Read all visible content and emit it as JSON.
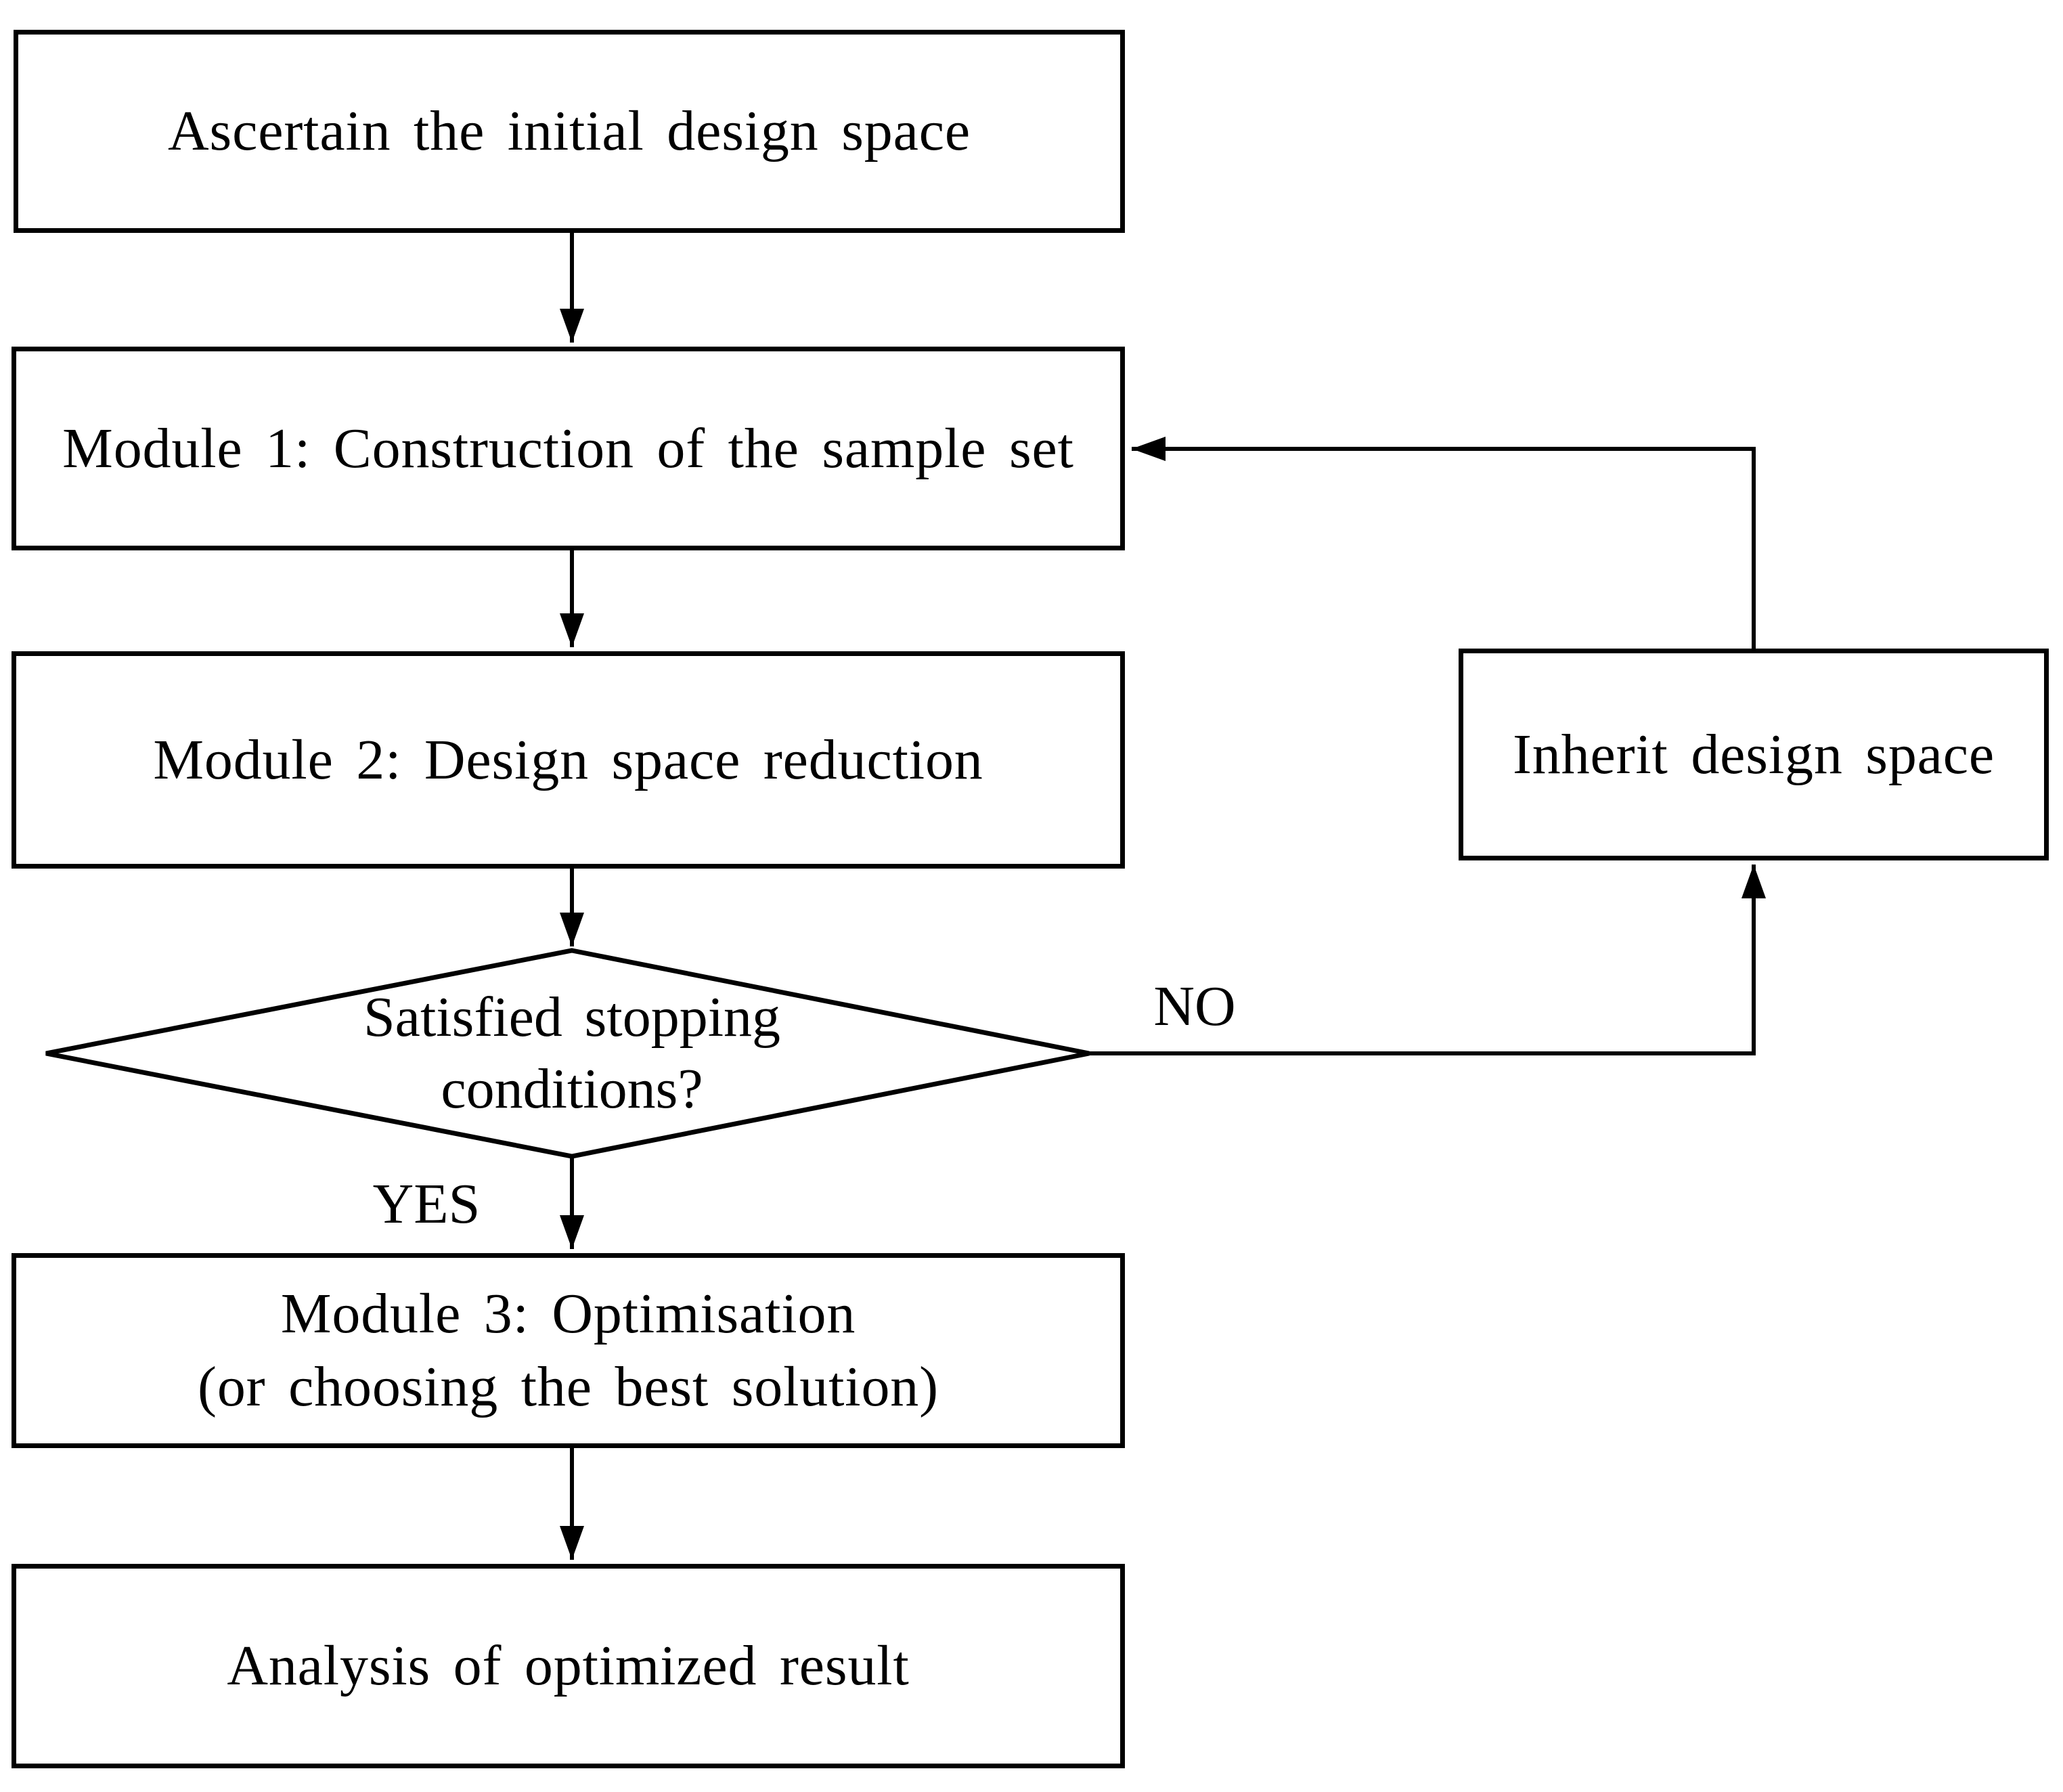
{
  "diagram": {
    "type": "flowchart",
    "nodes": {
      "ascertain": {
        "label": "Ascertain the initial design space",
        "shape": "process"
      },
      "module1": {
        "label": "Module 1: Construction of the sample set",
        "shape": "process"
      },
      "module2": {
        "label": "Module 2: Design space reduction",
        "shape": "process"
      },
      "decision": {
        "label_line1": "Satisfied stopping",
        "label_line2": "conditions?",
        "shape": "decision"
      },
      "module3": {
        "label_line1": "Module 3: Optimisation",
        "label_line2": "(or choosing the best solution)",
        "shape": "process"
      },
      "analysis": {
        "label": "Analysis of optimized result",
        "shape": "process"
      },
      "inherit": {
        "label": "Inherit design space",
        "shape": "process"
      }
    },
    "edges": {
      "yes_label": "YES",
      "no_label": "NO"
    },
    "colors": {
      "stroke": "#000000",
      "node_fill": "#ffffff",
      "text": "#000000",
      "background": "#ffffff"
    }
  }
}
